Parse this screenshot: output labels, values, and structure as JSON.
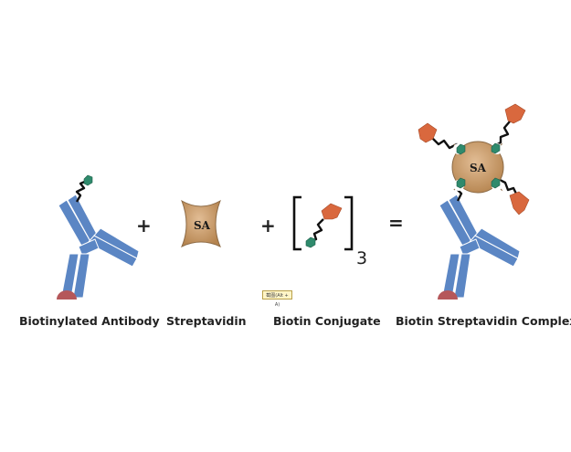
{
  "labels": {
    "antibody": "Biotinylated Antibody",
    "streptavidin": "Streptavidin",
    "conjugate": "Biotin Conjugate",
    "complex": "Biotin Streptavidin Complex"
  },
  "operators": {
    "plus": "+",
    "equals": "="
  },
  "streptavidin_text": "SA",
  "conjugate_count": "3",
  "shortcut_badge": "截图(Alt + A)",
  "colors": {
    "antibody": "#5b86c4",
    "antibody_outline": "#ffffff",
    "antigen_site": "#b5575a",
    "biotin": "#2f8a6c",
    "streptavidin": "#c79b6e",
    "streptavidin_outline": "#8c6a45",
    "conjugate": "#d9683e",
    "linker": "#111111"
  }
}
